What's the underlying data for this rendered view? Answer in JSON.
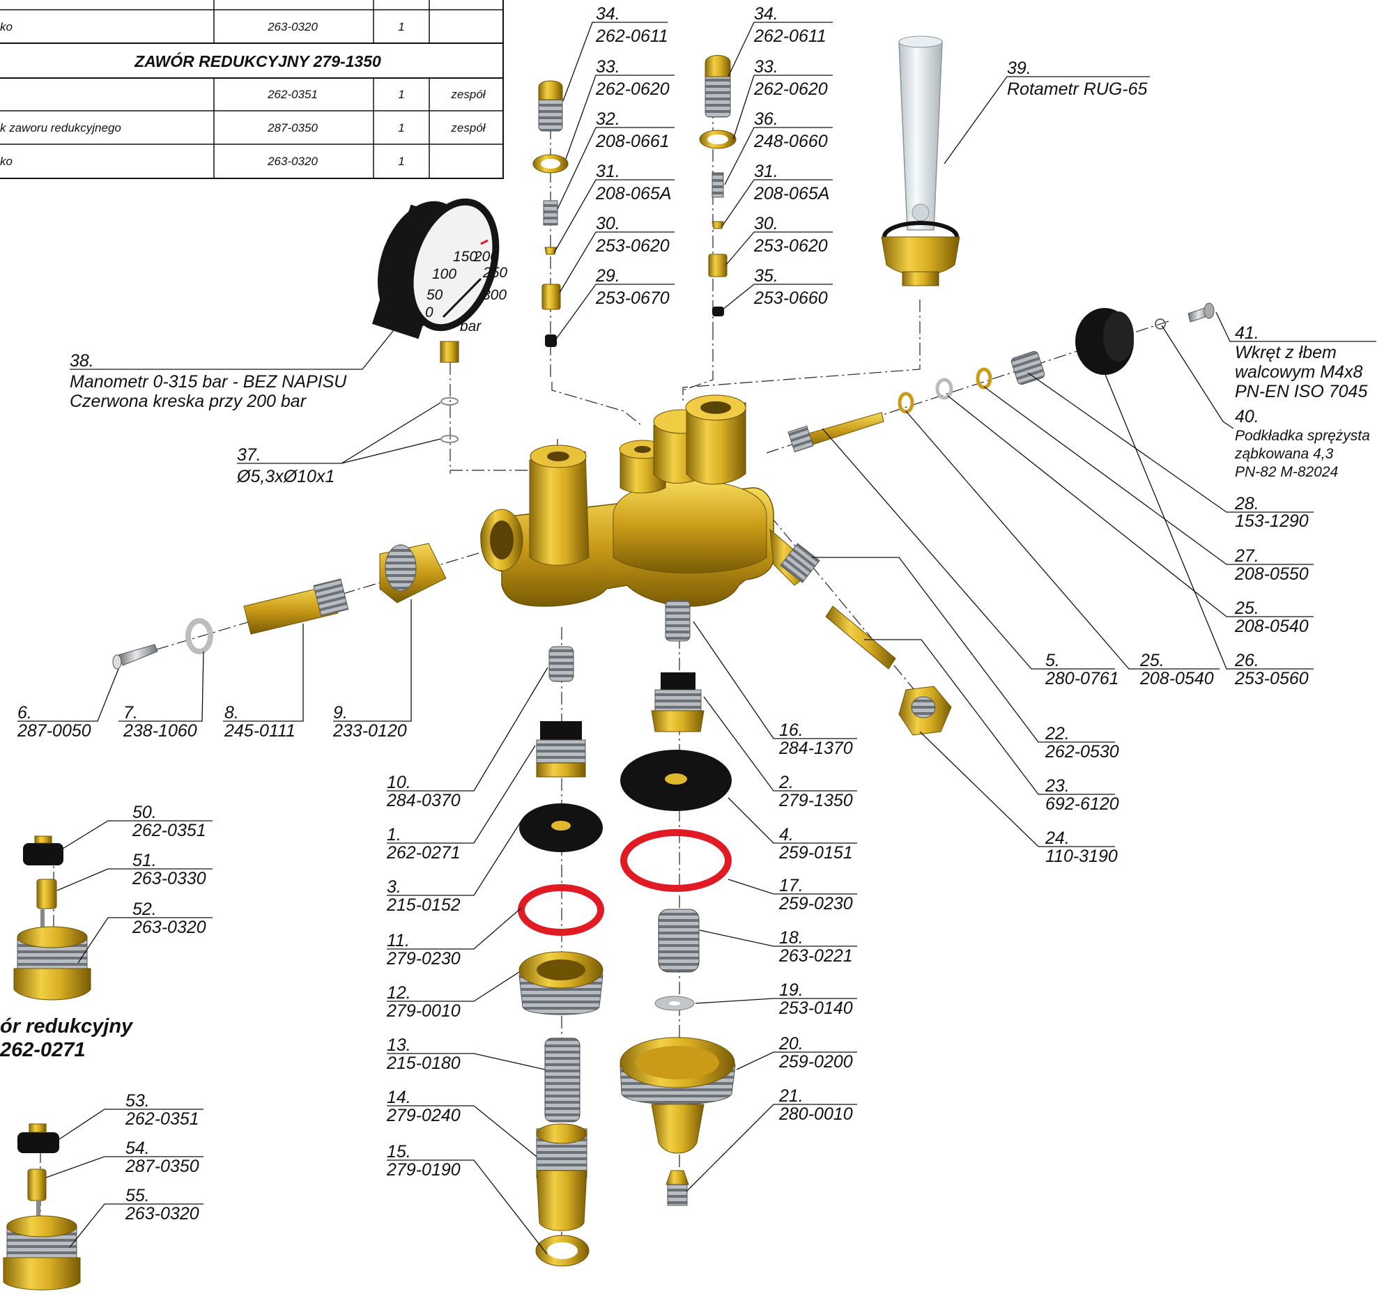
{
  "table": {
    "row1": {
      "name": "ko",
      "code": "263-0320",
      "qty": "1",
      "unit": ""
    },
    "header": "ZAWÓR REDUKCYJNY 279-1350",
    "row2": {
      "name": "",
      "code": "262-0351",
      "qty": "1",
      "unit": "zespół"
    },
    "row3": {
      "name": "k zaworu redukcyjnego",
      "code": "287-0350",
      "qty": "1",
      "unit": "zespół"
    },
    "row4": {
      "name": "ko",
      "code": "263-0320",
      "qty": "1",
      "unit": ""
    }
  },
  "gauge": {
    "ticks": [
      "0",
      "50",
      "100",
      "150",
      "200",
      "250",
      "300"
    ],
    "unit": "bar"
  },
  "callouts": {
    "c34a": {
      "num": "34.",
      "code": "262-0611"
    },
    "c33a": {
      "num": "33.",
      "code": "262-0620"
    },
    "c32": {
      "num": "32.",
      "code": "208-0661"
    },
    "c31a": {
      "num": "31.",
      "code": "208-065A"
    },
    "c30a": {
      "num": "30.",
      "code": "253-0620"
    },
    "c29": {
      "num": "29.",
      "code": "253-0670"
    },
    "c34b": {
      "num": "34.",
      "code": "262-0611"
    },
    "c33b": {
      "num": "33.",
      "code": "262-0620"
    },
    "c36": {
      "num": "36.",
      "code": "248-0660"
    },
    "c31b": {
      "num": "31.",
      "code": "208-065A"
    },
    "c30b": {
      "num": "30.",
      "code": "253-0620"
    },
    "c35": {
      "num": "35.",
      "code": "253-0660"
    },
    "c39": {
      "num": "39.",
      "code": "Rotametr RUG-65"
    },
    "c38": {
      "num": "38.",
      "line1": "Manometr 0-315 bar - BEZ NAPISU",
      "line2": "Czerwona kreska przy 200 bar"
    },
    "c37": {
      "num": "37.",
      "code": "Ø5,3xØ10x1"
    },
    "c41": {
      "num": "41.",
      "line1": "Wkręt z łbem",
      "line2": "walcowym M4x8",
      "line3": "PN-EN ISO 7045"
    },
    "c40": {
      "num": "40.",
      "line1": "Podkładka sprężysta",
      "line2": "ząbkowana 4,3",
      "line3": "PN-82 M-82024"
    },
    "c28": {
      "num": "28.",
      "code": "153-1290"
    },
    "c27": {
      "num": "27.",
      "code": "208-0550"
    },
    "c25a": {
      "num": "25.",
      "code": "208-0540"
    },
    "c5": {
      "num": "5.",
      "code": "280-0761"
    },
    "c25b": {
      "num": "25.",
      "code": "208-0540"
    },
    "c26": {
      "num": "26.",
      "code": "253-0560"
    },
    "c22": {
      "num": "22.",
      "code": "262-0530"
    },
    "c23": {
      "num": "23.",
      "code": "692-6120"
    },
    "c24": {
      "num": "24.",
      "code": "110-3190"
    },
    "c6": {
      "num": "6.",
      "code": "287-0050"
    },
    "c7": {
      "num": "7.",
      "code": "238-1060"
    },
    "c8": {
      "num": "8.",
      "code": "245-0111"
    },
    "c9": {
      "num": "9.",
      "code": "233-0120"
    },
    "c16": {
      "num": "16.",
      "code": "284-1370"
    },
    "c2": {
      "num": "2.",
      "code": "279-1350"
    },
    "c4": {
      "num": "4.",
      "code": "259-0151"
    },
    "c17": {
      "num": "17.",
      "code": "259-0230"
    },
    "c18": {
      "num": "18.",
      "code": "263-0221"
    },
    "c19": {
      "num": "19.",
      "code": "253-0140"
    },
    "c20": {
      "num": "20.",
      "code": "259-0200"
    },
    "c21": {
      "num": "21.",
      "code": "280-0010"
    },
    "c10": {
      "num": "10.",
      "code": "284-0370"
    },
    "c1": {
      "num": "1.",
      "code": "262-0271"
    },
    "c3": {
      "num": "3.",
      "code": "215-0152"
    },
    "c11": {
      "num": "11.",
      "code": "279-0230"
    },
    "c12": {
      "num": "12.",
      "code": "279-0010"
    },
    "c13": {
      "num": "13.",
      "code": "215-0180"
    },
    "c14": {
      "num": "14.",
      "code": "279-0240"
    },
    "c15": {
      "num": "15.",
      "code": "279-0190"
    },
    "c50": {
      "num": "50.",
      "code": "262-0351"
    },
    "c51": {
      "num": "51.",
      "code": "263-0330"
    },
    "c52": {
      "num": "52.",
      "code": "263-0320"
    },
    "c53": {
      "num": "53.",
      "code": "262-0351"
    },
    "c54": {
      "num": "54.",
      "code": "287-0350"
    },
    "c55": {
      "num": "55.",
      "code": "263-0320"
    }
  },
  "subassembly": {
    "line1": "ór redukcyjny",
    "line2": "262-0271"
  },
  "colors": {
    "brass": "#c9a11c",
    "brass_dark": "#8a6a08",
    "rubber": "#111111",
    "oring": "#e01b24",
    "spring": "#9aa0a6",
    "glass": "#dfe6ea"
  }
}
